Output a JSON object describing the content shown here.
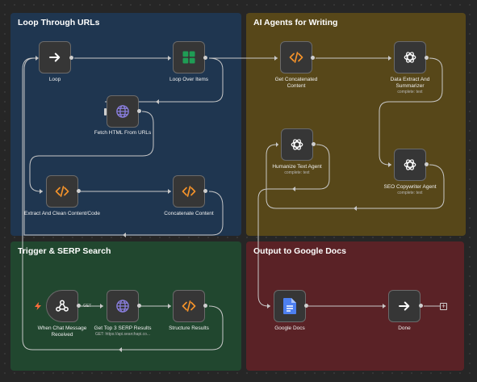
{
  "groups": {
    "loop": "Loop Through URLs",
    "agents": "AI Agents for Writing",
    "trigger": "Trigger & SERP Search",
    "output": "Output to Google Docs"
  },
  "nodes": {
    "loop": {
      "label": "Loop",
      "icon": "arrow-right-icon"
    },
    "loop_over_items": {
      "label": "Loop Over Items",
      "icon": "sheets-grid-icon"
    },
    "fetch_html": {
      "label": "Fetch HTML From URLs",
      "icon": "globe-icon"
    },
    "extract_clean": {
      "label": "Extract And Clean Content/Code",
      "icon": "code-icon"
    },
    "concatenate": {
      "label": "Concatenate Content",
      "icon": "code-icon"
    },
    "get_concatenated": {
      "label": "Get Concatenated Content",
      "icon": "code-icon"
    },
    "data_extract": {
      "label": "Data Extract And Summarizer",
      "sub": "complete: text",
      "icon": "openai-icon"
    },
    "humanize": {
      "label": "Humanize Text Agent",
      "sub": "complete: text",
      "icon": "openai-icon"
    },
    "seo_copywriter": {
      "label": "SEO Copywriter Agent",
      "sub": "complete: text",
      "icon": "openai-icon"
    },
    "chat_trigger": {
      "label": "When Chat Message Received",
      "icon": "webhook-icon"
    },
    "serp": {
      "label": "Get Top 3 SERP Results",
      "sub": "GET: https://api.searchapi.co...",
      "icon": "globe-icon"
    },
    "structure": {
      "label": "Structure Results",
      "icon": "code-icon"
    },
    "google_docs": {
      "label": "Google Docs",
      "icon": "google-docs-icon"
    },
    "done": {
      "label": "Done",
      "icon": "arrow-right-icon"
    }
  },
  "edge_labels": {
    "get": "GET"
  },
  "colors": {
    "loop_group": "#1f3650",
    "agents_group": "#574719",
    "trigger_group": "#21472f",
    "output_group": "#5a2226",
    "wire": "#c8c8c8",
    "code_icon": "#f5932a",
    "globe_icon": "#8a7fe0",
    "sheets_icon": "#1f9d55",
    "docs_icon": "#4d7ff0",
    "trigger_bolt": "#ff6d3b"
  }
}
